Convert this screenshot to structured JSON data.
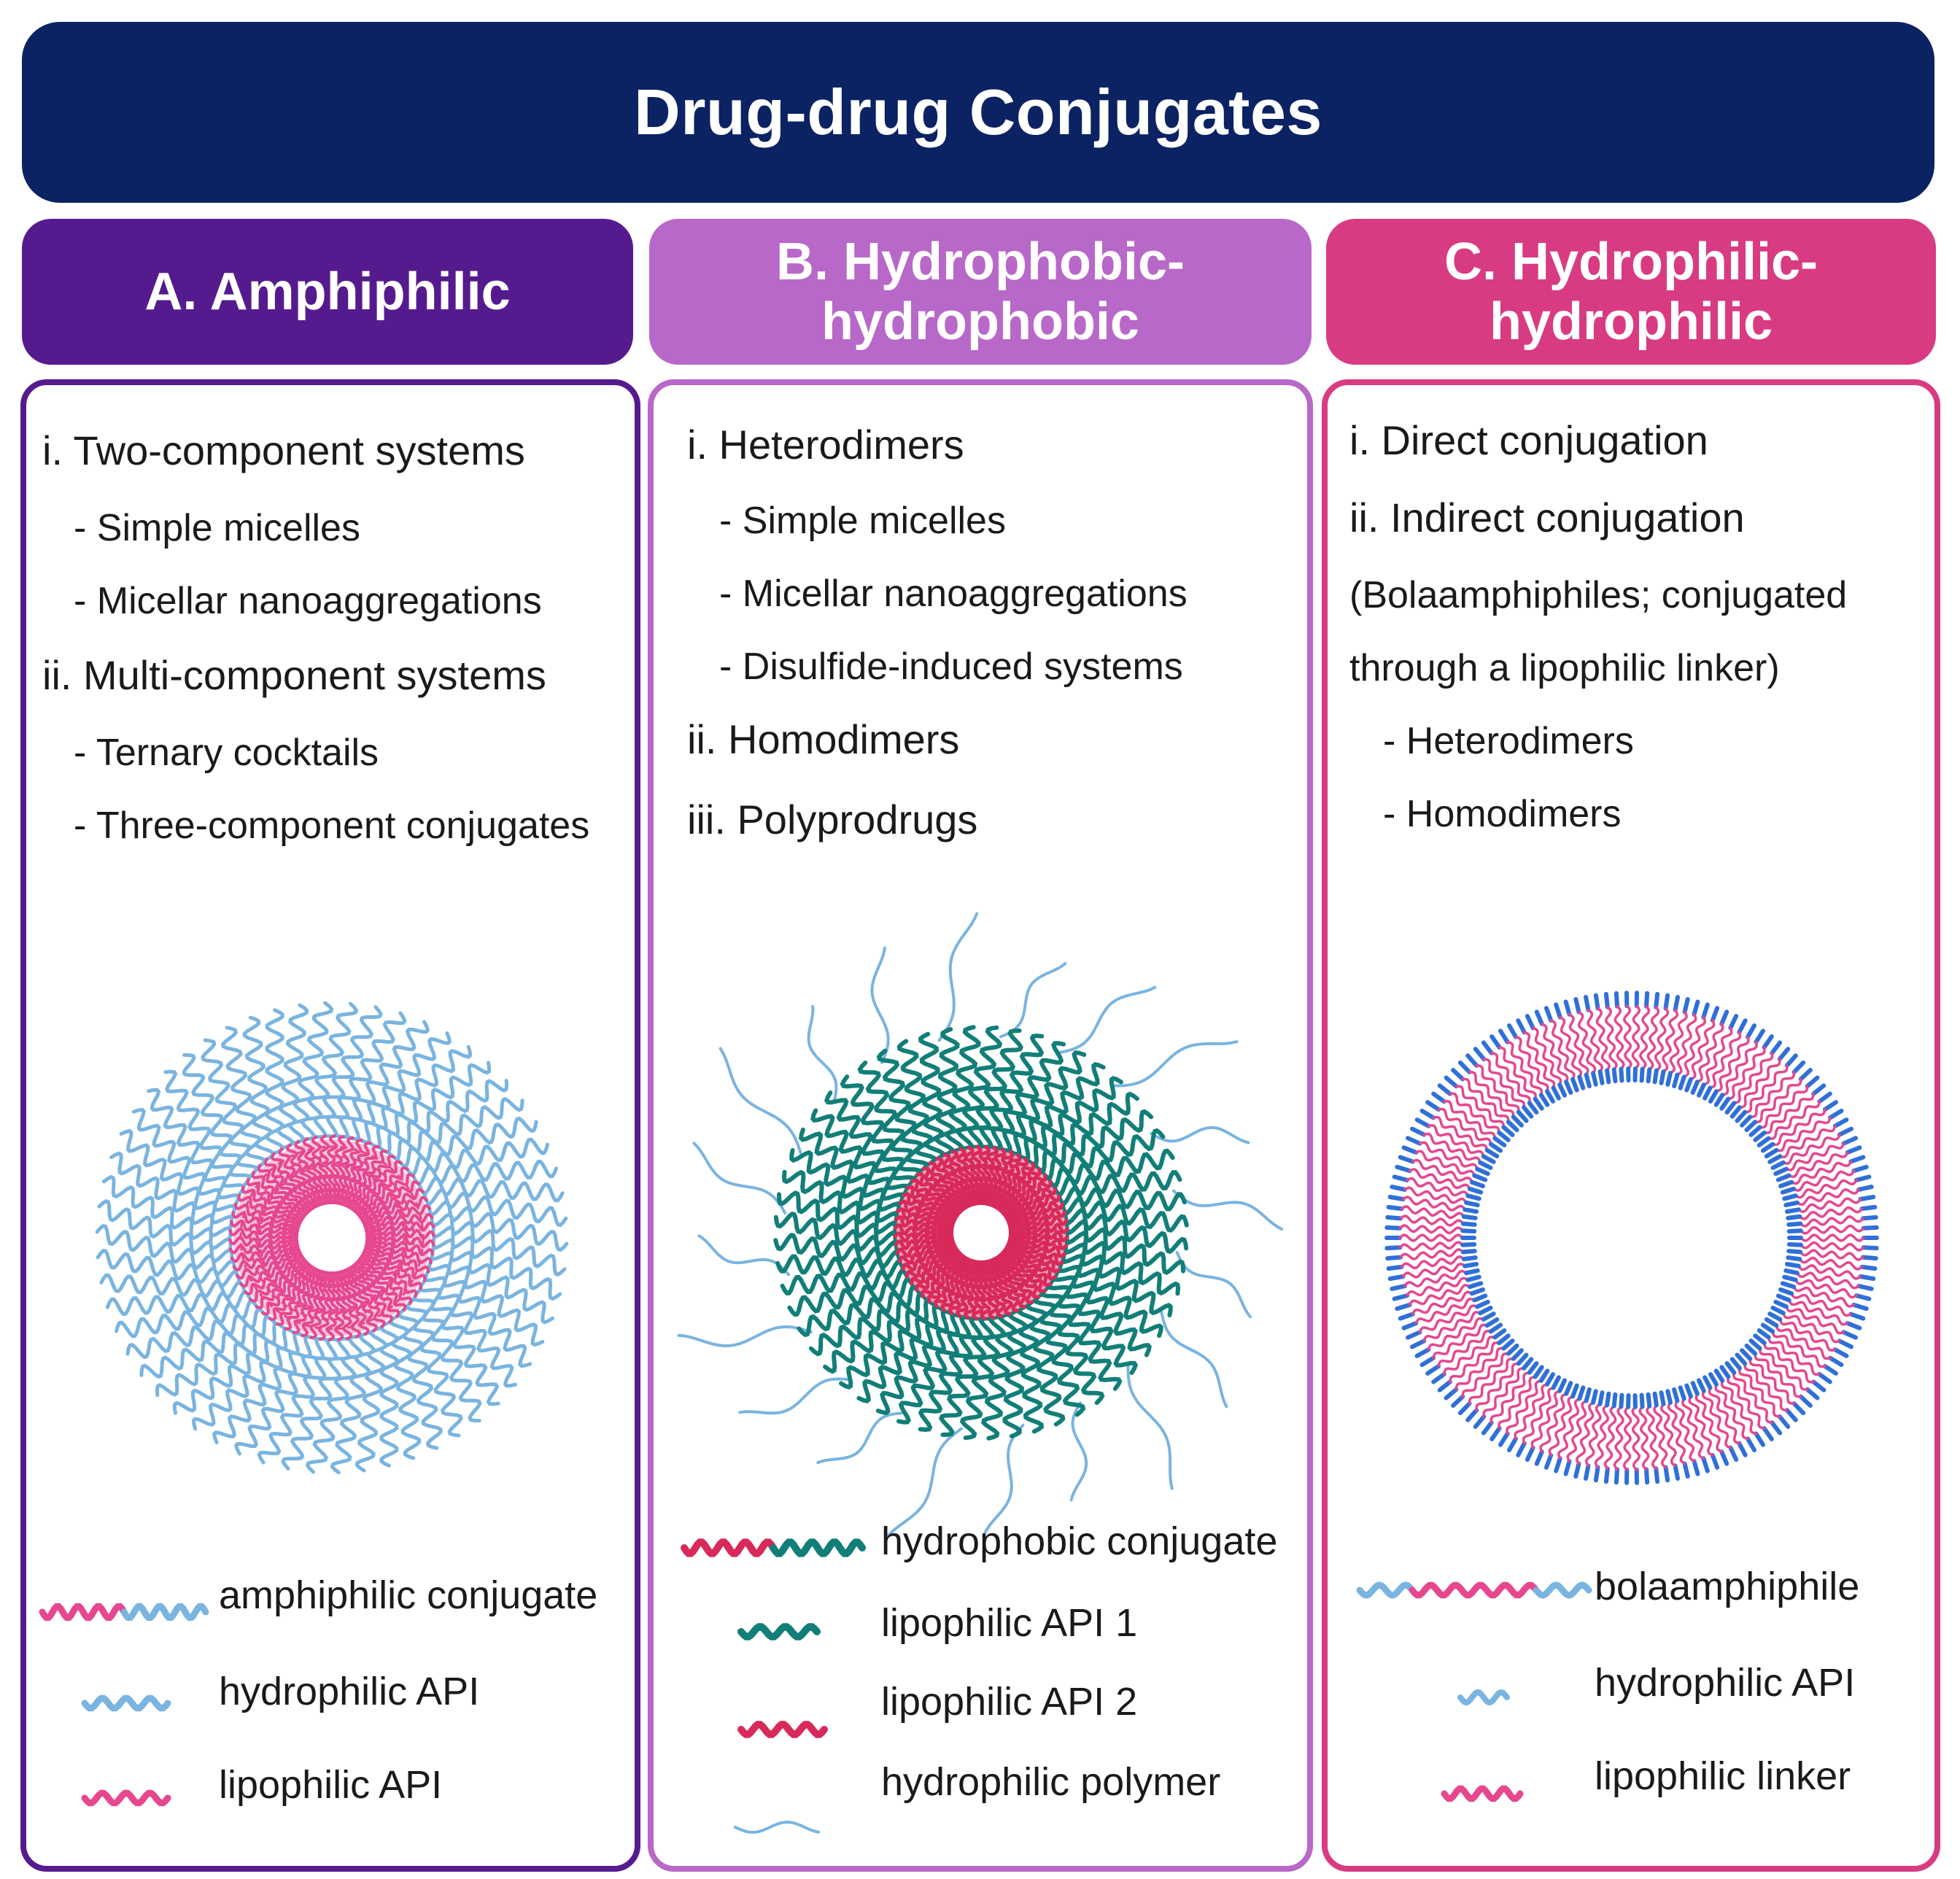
{
  "title": "Drug-drug Conjugates",
  "colors": {
    "banner": "#0b2263",
    "column_a": "#551b8e",
    "column_b": "#b868c8",
    "column_c": "#d83b82",
    "blue": "#7ab4e0",
    "pink": "#e6478f",
    "teal": "#127e78",
    "red": "#d82a5a",
    "bright_blue": "#2f6fd8"
  },
  "columns": [
    {
      "heading_lines": [
        "A. Amphiphilic"
      ],
      "items": [
        "i. Two-component systems",
        "- Simple micelles",
        "- Micellar nanoaggregations",
        "ii. Multi-component systems",
        "- Ternary cocktails",
        "- Three-component conjugates"
      ],
      "legend": [
        "amphiphilic conjugate",
        "hydrophilic API",
        "lipophilic API"
      ]
    },
    {
      "heading_lines": [
        "B. Hydrophobic-",
        "hydrophobic"
      ],
      "items": [
        "i. Heterodimers",
        "- Simple micelles",
        "- Micellar nanoaggregations",
        "- Disulfide-induced systems",
        "ii. Homodimers",
        "iii. Polyprodrugs"
      ],
      "legend": [
        "hydrophobic conjugate",
        "lipophilic API 1",
        "lipophilic API 2",
        "hydrophilic polymer"
      ]
    },
    {
      "heading_lines": [
        "C. Hydrophilic-",
        "hydrophilic"
      ],
      "items": [
        "i. Direct conjugation",
        "ii. Indirect conjugation",
        "(Bolaamphiphiles; conjugated",
        "through a lipophilic linker)",
        "- Heterodimers",
        "- Homodimers"
      ],
      "legend": [
        "bolaamphiphile",
        "hydrophilic API",
        "lipophilic linker"
      ]
    }
  ]
}
